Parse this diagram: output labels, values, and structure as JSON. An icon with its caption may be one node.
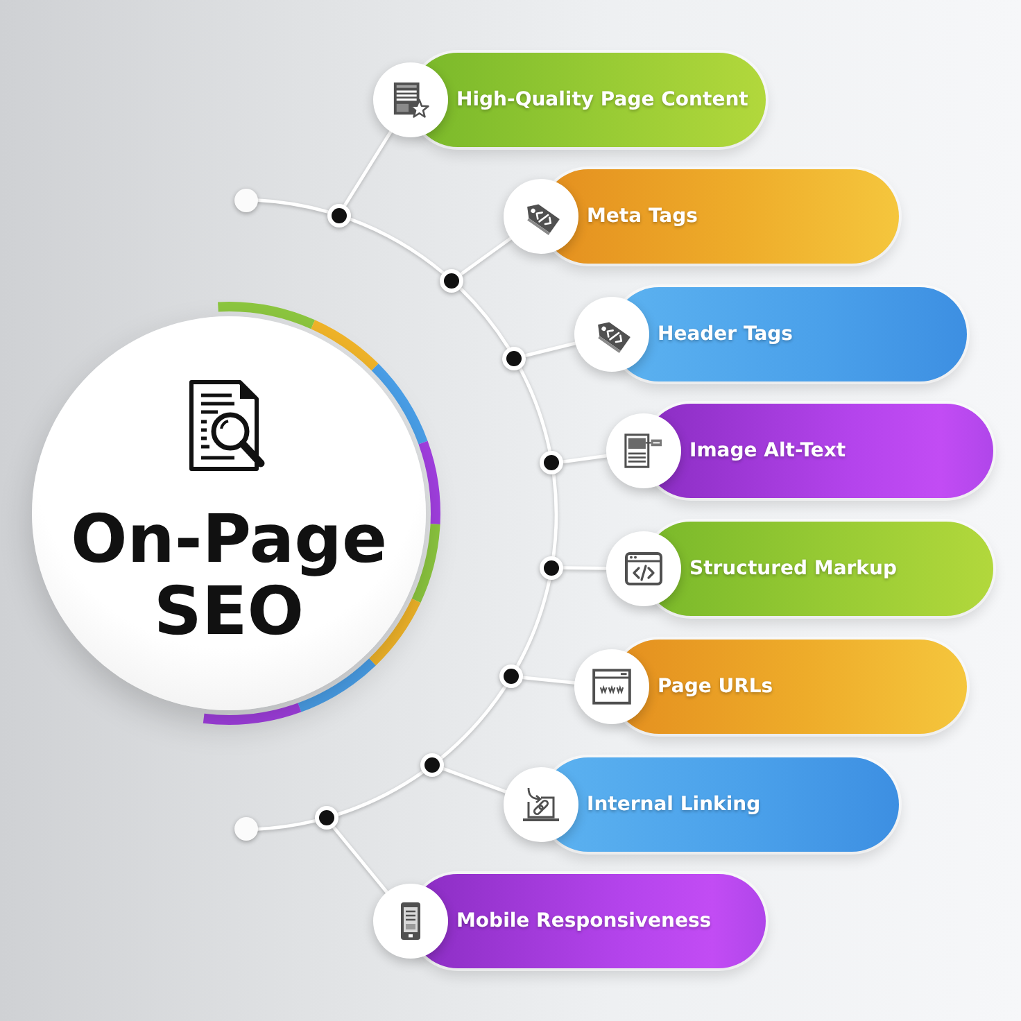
{
  "diagram": {
    "nodes": [
      {
        "text": [
          "On-Page SEO"
        ]
      },
      {
        "text": [
          "High-Quality Page Content"
        ]
      },
      {
        "text": [
          "Meta Tags"
        ]
      },
      {
        "text": [
          "Header Tags"
        ]
      },
      {
        "text": [
          "Image Alt-Text"
        ]
      },
      {
        "text": [
          "Structured Markup"
        ]
      },
      {
        "text": [
          "Page URLs"
        ]
      },
      {
        "text": [
          "Internal Linking"
        ]
      },
      {
        "text": [
          "Mobile Responsiveness"
        ]
      },
      {
        "text": [],
        "shape": "circle"
      },
      {
        "text": [],
        "shape": "circle"
      },
      {
        "text": [],
        "shape": "circle"
      },
      {
        "text": [],
        "shape": "circle"
      },
      {
        "text": [],
        "shape": "circle"
      },
      {
        "text": [],
        "shape": "circle"
      },
      {
        "text": [],
        "shape": "circle"
      },
      {
        "text": [],
        "shape": "circle"
      },
      {
        "text": [],
        "shape": "circle"
      },
      {
        "text": [],
        "shape": "circle"
      }
    ],
    "edges": [
      {
        "from": 9,
        "to": 10,
        "arrow": "none"
      },
      {
        "from": 10,
        "to": 11,
        "arrow": "none"
      },
      {
        "from": 11,
        "to": 12,
        "arrow": "none"
      },
      {
        "from": 12,
        "to": 13,
        "arrow": "none"
      },
      {
        "from": 13,
        "to": 14,
        "arrow": "none"
      },
      {
        "from": 14,
        "to": 15,
        "arrow": "none"
      },
      {
        "from": 15,
        "to": 16,
        "arrow": "none"
      },
      {
        "from": 16,
        "to": 17,
        "arrow": "none"
      },
      {
        "from": 17,
        "to": 18,
        "arrow": "none"
      },
      {
        "from": 10,
        "to": 1,
        "arrow": "none"
      },
      {
        "from": 11,
        "to": 2,
        "arrow": "none"
      },
      {
        "from": 12,
        "to": 3,
        "arrow": "none"
      },
      {
        "from": 13,
        "to": 4,
        "arrow": "none"
      },
      {
        "from": 14,
        "to": 5,
        "arrow": "none"
      },
      {
        "from": 15,
        "to": 6,
        "arrow": "none"
      },
      {
        "from": 16,
        "to": 7,
        "arrow": "none"
      },
      {
        "from": 17,
        "to": 8,
        "arrow": "none"
      }
    ]
  }
}
